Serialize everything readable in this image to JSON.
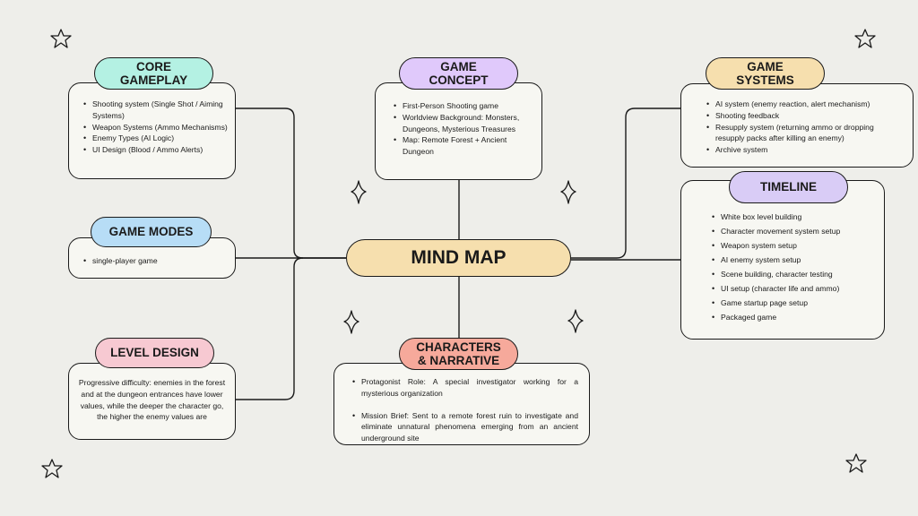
{
  "center": {
    "title": "MIND MAP",
    "color": "#f6dfae"
  },
  "nodes": {
    "core_gameplay": {
      "title": "CORE\nGAMEPLAY",
      "color": "#b4f1e3",
      "items": [
        "Shooting system (Single Shot / Aiming Systems)",
        "Weapon Systems (Ammo Mechanisms)",
        "Enemy Types (AI Logic)",
        "UI Design (Blood / Ammo Alerts)"
      ]
    },
    "game_modes": {
      "title": "GAME MODES",
      "color": "#b7ddf6",
      "items": [
        "single-player game"
      ]
    },
    "level_design": {
      "title": "LEVEL DESIGN",
      "color": "#f7c9d2",
      "text": "Progressive difficulty: enemies in the forest and at the dungeon entrances have lower values, while the deeper the character go, the higher the enemy values are"
    },
    "game_concept": {
      "title": "GAME\nCONCEPT",
      "color": "#e0c9fb",
      "items": [
        "First-Person Shooting game",
        "Worldview Background: Monsters, Dungeons, Mysterious Treasures",
        "Map: Remote Forest + Ancient Dungeon"
      ]
    },
    "characters": {
      "title": "CHARACTERS\n& NARRATIVE",
      "color": "#f6a99b",
      "items": [
        "Protagonist Role: A special investigator working for a mysterious organization",
        "Mission Brief: Sent to a remote forest ruin to investigate and eliminate unnatural phenomena emerging from an ancient underground site"
      ]
    },
    "game_systems": {
      "title": "GAME\nSYSTEMS",
      "color": "#f6dfae",
      "items": [
        "AI system (enemy reaction, alert mechanism)",
        "Shooting feedback",
        "Resupply system (returning ammo or dropping resupply packs after killing an enemy)",
        "Archive system"
      ]
    },
    "timeline": {
      "title": "TIMELINE",
      "color": "#d9ccf6",
      "items": [
        "White box level building",
        "Character movement system setup",
        "Weapon system setup",
        "AI enemy system setup",
        "Scene building, character testing",
        "UI setup (character life and ammo)",
        "Game startup page setup",
        "Packaged game"
      ]
    }
  }
}
